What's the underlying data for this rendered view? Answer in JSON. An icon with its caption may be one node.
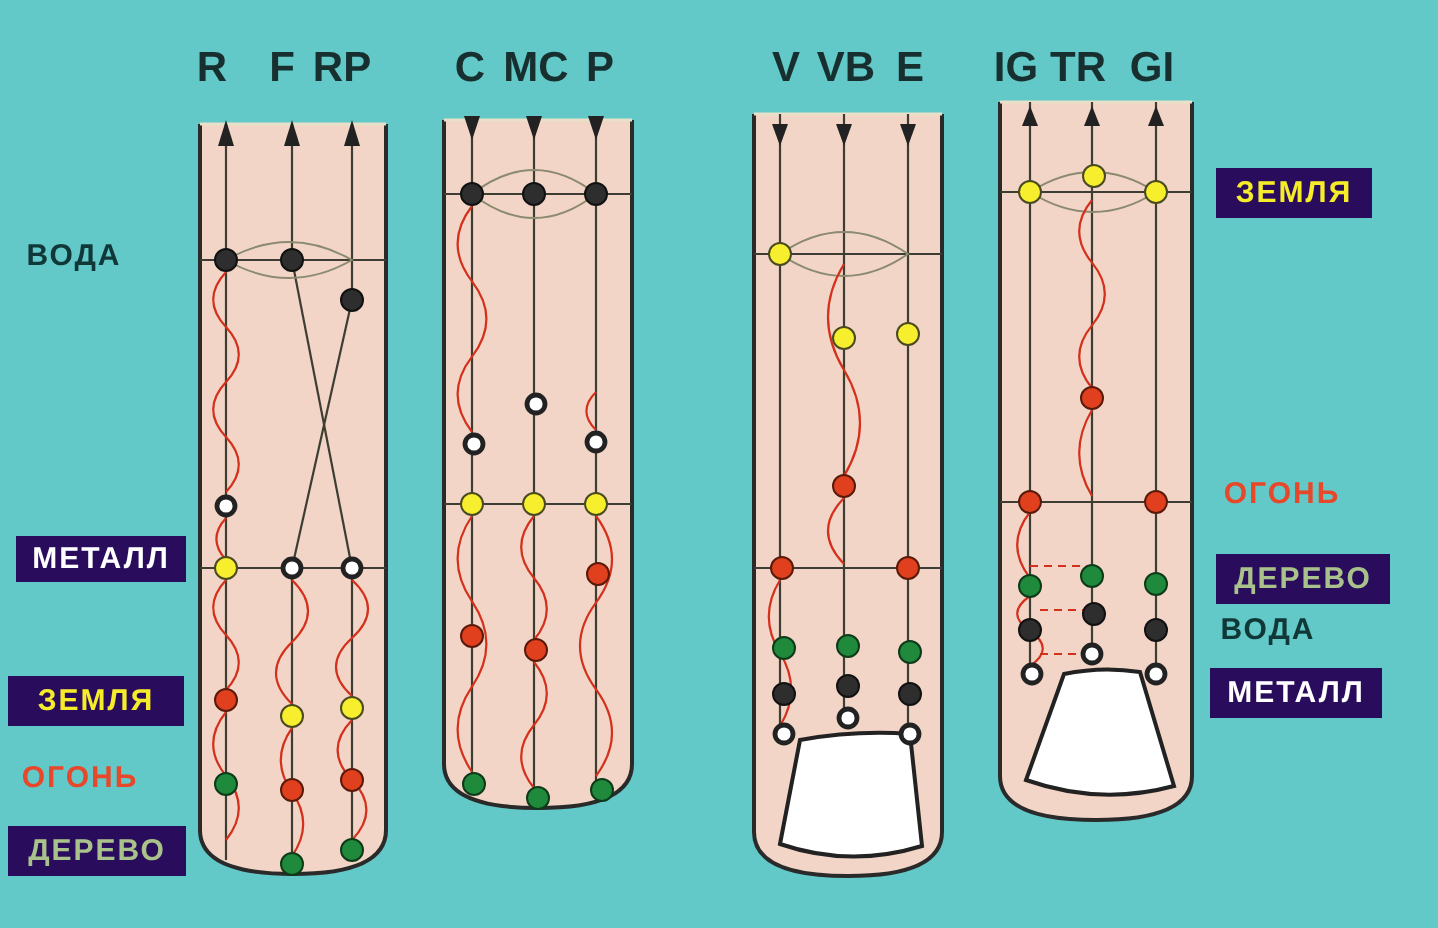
{
  "diagram": {
    "nodes": [
      {
        "text": [
          "МЕТАЛЛ"
        ]
      },
      {
        "text": [
          "ЗЕМЛЯ"
        ]
      },
      {
        "text": [
          "ДЕРЕВО"
        ]
      },
      {
        "text": [
          "ЗЕМЛЯ"
        ]
      },
      {
        "text": [
          "ДЕРЕВО"
        ]
      },
      {
        "text": [
          "МЕТАЛЛ"
        ]
      }
    ],
    "labels": [
      "R",
      "F",
      "RP",
      "C",
      "MC",
      "P",
      "V",
      "VB",
      "E",
      "IG",
      "TR",
      "GI",
      "ВОДА",
      "ОГОНЬ",
      "ОГОНЬ",
      "ВОДА"
    ]
  }
}
